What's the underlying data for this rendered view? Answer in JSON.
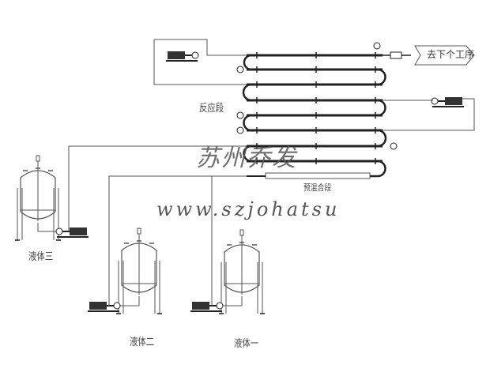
{
  "labels": {
    "next_process": "去下个工序",
    "reaction_section": "反应段",
    "premix_section": "预混合段",
    "liquid_three": "液体三",
    "liquid_two": "液体二",
    "liquid_one": "液体一"
  },
  "watermark": {
    "company": "苏州乔发",
    "url": "www.szjohatsu"
  },
  "colors": {
    "line": "#555555",
    "pipe": "#222222"
  }
}
